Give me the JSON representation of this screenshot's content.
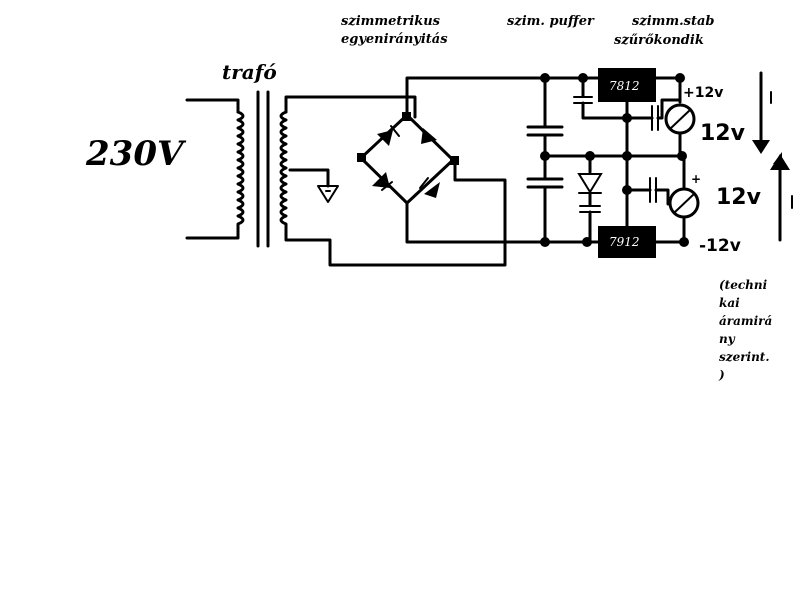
{
  "labels": {
    "mains_voltage": "230V",
    "transformer": "trafó",
    "rectifier_line1": "szimmetrikus",
    "rectifier_line2": "egyenirányitás",
    "buffer": "szim. puffer",
    "stab_line1": "szimm.stab",
    "stab_line2": "szűrőkondik",
    "reg_positive": "7812",
    "reg_negative": "7912",
    "out_pos_small": "+12v",
    "out_pos_big": "12v",
    "out_neg_big": "12v",
    "out_neg_small": "-12v",
    "plus_sign": "+",
    "note_lines": [
      "(techni",
      "kai",
      "áramirá",
      "ny",
      "szerint.",
      ")"
    ]
  },
  "colors": {
    "ink": "#000000",
    "background": "#ffffff"
  }
}
